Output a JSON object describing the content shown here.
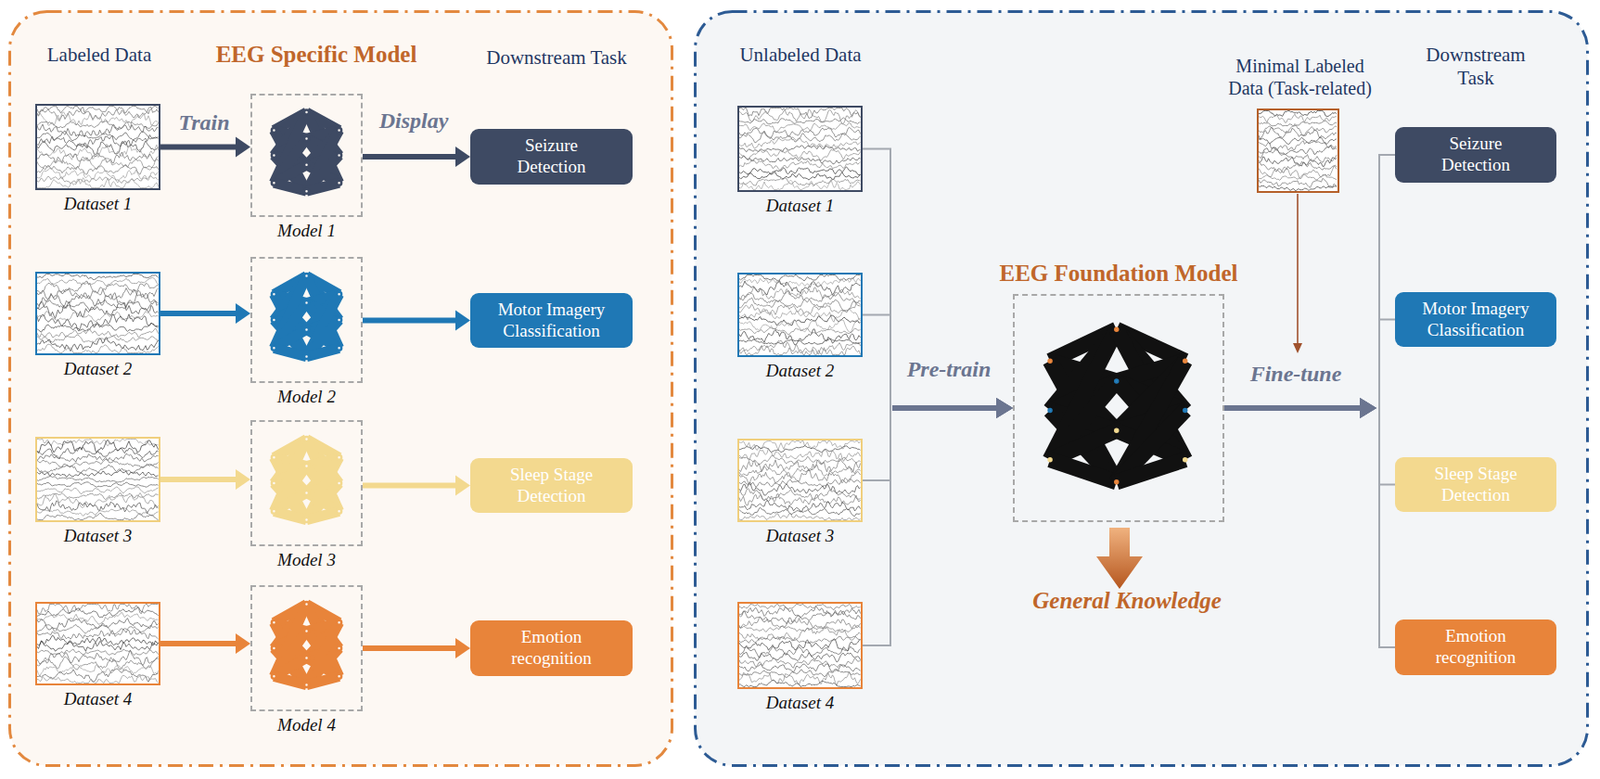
{
  "diagram": {
    "nodes": [
      {
        "text": [
          "EEG Specific Model"
        ]
      },
      {
        "text": [
          "Dataset 1"
        ],
        "in": 0
      },
      {
        "text": [
          "Model 1"
        ],
        "in": 0
      },
      {
        "text": [
          "Seizure Detection"
        ],
        "in": 0
      },
      {
        "text": [
          "Dataset 2"
        ],
        "in": 0
      },
      {
        "text": [
          "Model 2"
        ],
        "in": 0
      },
      {
        "text": [
          "Motor Imagery Classification"
        ],
        "in": 0
      },
      {
        "text": [
          "Dataset 3"
        ],
        "in": 0
      },
      {
        "text": [
          "Model 3"
        ],
        "in": 0
      },
      {
        "text": [
          "Sleep Stage Detection"
        ],
        "in": 0
      },
      {
        "text": [
          "Dataset 4"
        ],
        "in": 0
      },
      {
        "text": [
          "Model 4"
        ],
        "in": 0
      },
      {
        "text": [
          "Emotion recognition"
        ],
        "in": 0
      },
      {
        "text": [
          "Dataset 1"
        ]
      },
      {
        "text": [
          "Dataset 2"
        ]
      },
      {
        "text": [
          "Dataset 3"
        ]
      },
      {
        "text": [
          "Dataset 4"
        ]
      },
      {
        "text": [
          "EEG Foundation Model"
        ]
      },
      {
        "text": [
          "Minimal Labeled Data (Task-related)"
        ]
      },
      {
        "text": [
          "Seizure Detection"
        ]
      },
      {
        "text": [
          "Motor Imagery Classification"
        ]
      },
      {
        "text": [
          "Sleep Stage Detection"
        ]
      },
      {
        "text": [
          "Emotion recognition"
        ]
      }
    ],
    "edges": [
      {
        "from": 1,
        "to": 2,
        "arrow": "to",
        "label": "Train"
      },
      {
        "from": 2,
        "to": 3,
        "arrow": "to",
        "label": "Display"
      },
      {
        "from": 4,
        "to": 5,
        "arrow": "to"
      },
      {
        "from": 5,
        "to": 6,
        "arrow": "to"
      },
      {
        "from": 7,
        "to": 8,
        "arrow": "to"
      },
      {
        "from": 8,
        "to": 9,
        "arrow": "to"
      },
      {
        "from": 10,
        "to": 11,
        "arrow": "to"
      },
      {
        "from": 11,
        "to": 12,
        "arrow": "to"
      },
      {
        "from": 13,
        "to": 17,
        "arrow": "to",
        "label": "Pre-train"
      },
      {
        "from": 14,
        "to": 17,
        "arrow": "to"
      },
      {
        "from": 15,
        "to": 17,
        "arrow": "to"
      },
      {
        "from": 16,
        "to": 17,
        "arrow": "to"
      },
      {
        "from": 17,
        "to": 19,
        "arrow": "to",
        "label": "Fine-tune"
      },
      {
        "from": 17,
        "to": 20,
        "arrow": "to"
      },
      {
        "from": 17,
        "to": 21,
        "arrow": "to"
      },
      {
        "from": 17,
        "to": 22,
        "arrow": "to"
      }
    ],
    "labels": [
      "Labeled Data",
      "Downstream Task",
      "Unlabeled Data",
      "Downstream Task",
      "General Knowledge"
    ]
  }
}
